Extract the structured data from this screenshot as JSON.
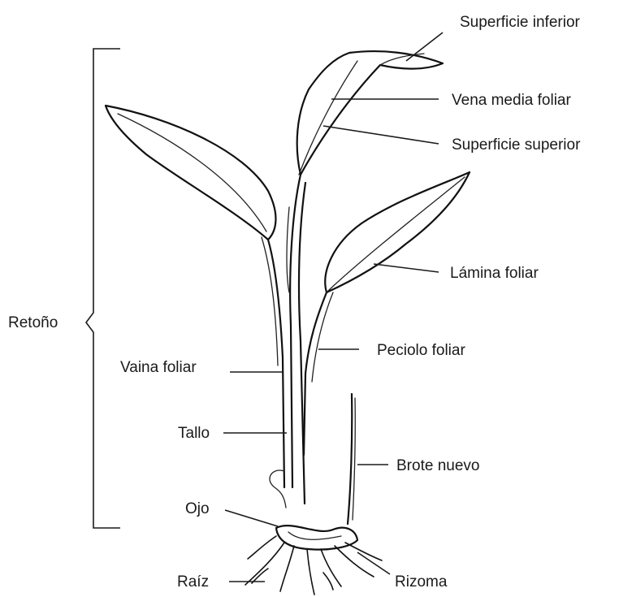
{
  "diagram": {
    "labels": {
      "superficie_inferior": "Superficie inferior",
      "vena_media_foliar": "Vena media foliar",
      "superficie_superior": "Superficie superior",
      "lamina_foliar": "Lámina foliar",
      "retono": "Retoño",
      "peciolo_foliar": "Peciolo foliar",
      "vaina_foliar": "Vaina foliar",
      "tallo": "Tallo",
      "brote_nuevo": "Brote nuevo",
      "ojo": "Ojo",
      "raiz": "Raíz",
      "rizoma": "Rizoma"
    }
  }
}
